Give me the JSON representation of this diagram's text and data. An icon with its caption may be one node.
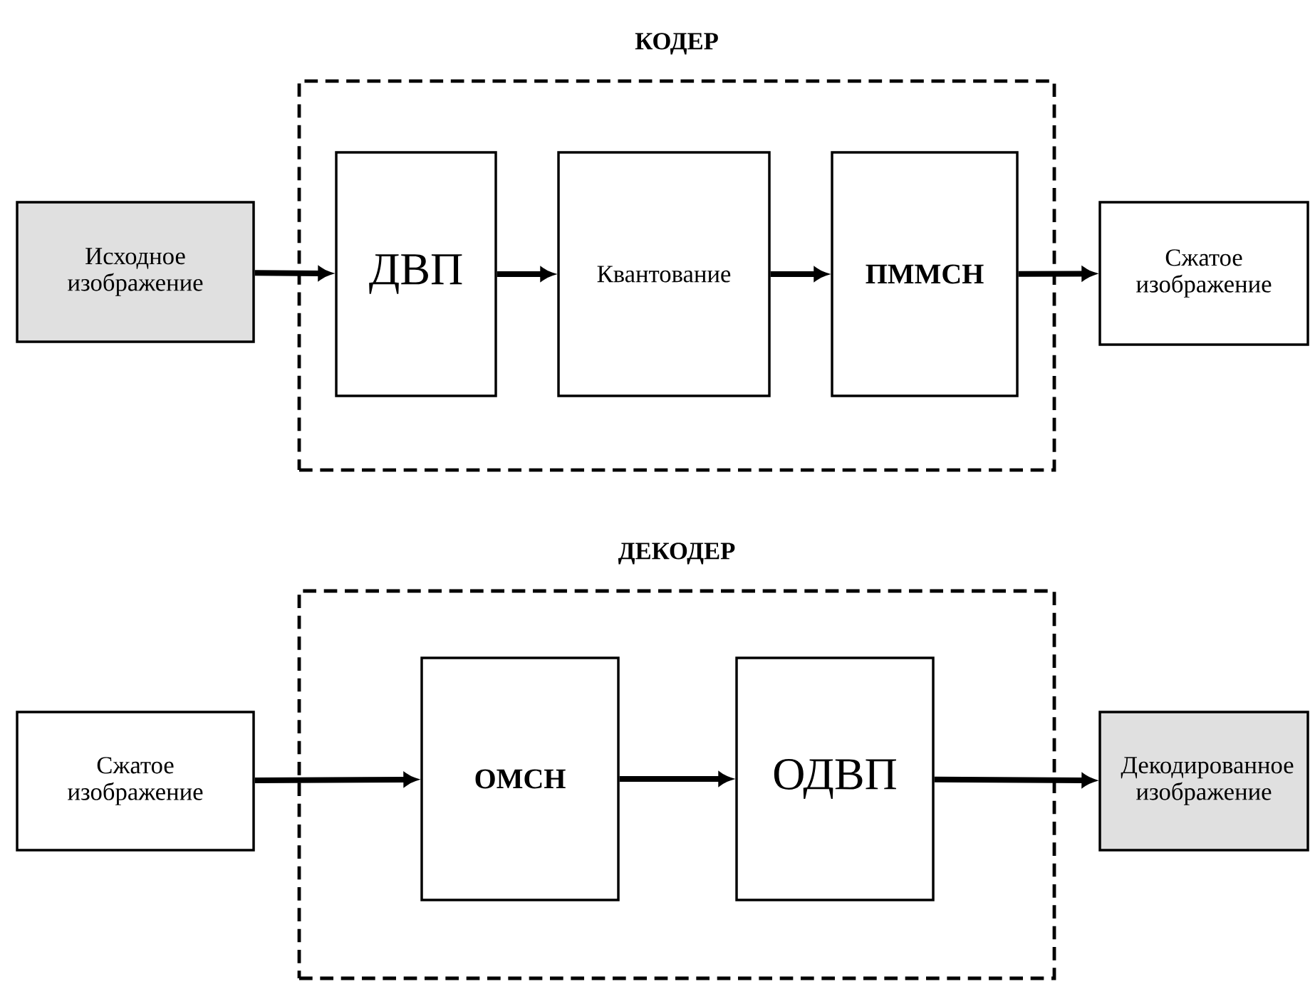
{
  "diagram": {
    "nodes": [
      {
        "text": [
          "КОДЕР"
        ]
      },
      {
        "text": [
          "Исходное изображение"
        ]
      },
      {
        "text": [
          "ДВП"
        ],
        "in": 0
      },
      {
        "text": [
          "Квантование"
        ],
        "in": 0
      },
      {
        "text": [
          "ПММСН"
        ],
        "in": 0
      },
      {
        "text": [
          "Сжатое изображение"
        ]
      },
      {
        "text": [
          "ДЕКОДЕР"
        ]
      },
      {
        "text": [
          "Сжатое изображение"
        ]
      },
      {
        "text": [
          "ОМСН"
        ],
        "in": 6
      },
      {
        "text": [
          "ОДВП"
        ],
        "in": 6
      },
      {
        "text": [
          "Декодированное изображение"
        ]
      }
    ],
    "edges": [
      {
        "from": 1,
        "to": 2,
        "arrow": "to"
      },
      {
        "from": 2,
        "to": 3,
        "arrow": "to"
      },
      {
        "from": 3,
        "to": 4,
        "arrow": "to"
      },
      {
        "from": 4,
        "to": 5,
        "arrow": "to"
      },
      {
        "from": 7,
        "to": 8,
        "arrow": "to"
      },
      {
        "from": 8,
        "to": 9,
        "arrow": "to"
      },
      {
        "from": 9,
        "to": 10,
        "arrow": "to"
      }
    ]
  }
}
